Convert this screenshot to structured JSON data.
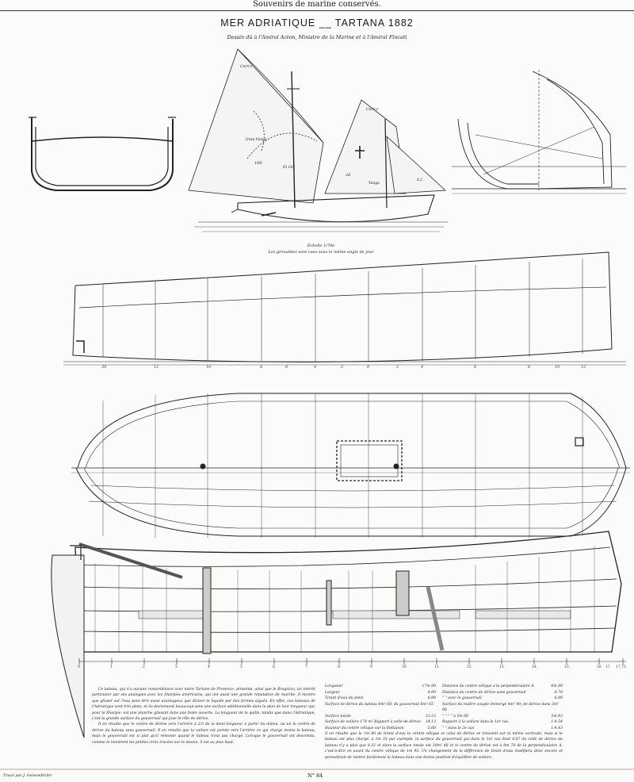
{
  "header": {
    "text": "Souvenirs de marine conservés."
  },
  "plate": {
    "title": "MER ADRIATIQUE __ TARTANA 1882",
    "subtitle": "Dessin dû à l'Amiral Acton, Ministre de la Marine et à l'Amiral Fincati",
    "scale_label": "Échelle 1/70e",
    "scale_note": "Les girouettes sont vues sous le même angle de jour",
    "number": "N° 84",
    "drawn_by": "Tracé par J. Geisendörfer"
  },
  "sail_labels": {
    "main_top": "Corn'e",
    "main_mid": "Gran Vanga",
    "main_area": "108",
    "main_panel": "Di 163",
    "fore_top": "Corn'e",
    "fore_area": "26",
    "fore_mid": "Vanga",
    "fore_corner": "8.2"
  },
  "station_labels": [
    "20",
    "12",
    "10",
    "8",
    "6",
    "4",
    "2",
    "0",
    "2",
    "4",
    "6",
    "8",
    "10",
    "12"
  ],
  "ruler_labels": [
    "0",
    "1",
    "2",
    "3",
    "4",
    "5",
    "6",
    "7",
    "8",
    "9",
    "10",
    "11",
    "12",
    "13",
    "14",
    "15",
    "16",
    "17",
    "17.75"
  ],
  "description": [
    "Ce bateau, qui n'a aucune ressemblance avec notre Tartane de Provence, présente, ainsi que le Bragozzo, un intérêt particulier par ses analogies avec les Sharpies américains, qui ont aussi une grande réputation de marche. Il montre que glisser sur l'eau peut être aussi avantageux que diviser le liquide par des formes aiguës. En effet, ces bateaux de l'Adriatique sont très plats, et ils deviennent beaucoup sans une surface additionnelle dans le plan de leur longueur qui, pour le Sharpie, est une planche glissant dans une fente ouverte. La longueur de la quille, tandis que dans l'Adriatique, c'est la grande surface du gouvernail qui joue le rôle de dérive.",
    "Il en résulte que le centre de dérive vers l'arrière à 2/3 de la demi-longueur à partir du milieu, ou un le centre de dérive du bateau sans gouvernail. Il en résulte que la voilure est portée vers l'arrière ce qui charge moins le bateau, mais le gouvernail est si plat qu'il remonte quand le bateau n'est pas chargé. Lorsque le gouvernail est descendu, comme le montrent les petites croix tracées sur le dessin, il est au plus haut."
  ],
  "dimensions": [
    {
      "label": "Longueur",
      "value": "17m 80",
      "label2": "Distance du centre vélique à la perpendiculaire A",
      "value2": "6m 80"
    },
    {
      "label": "Largeur",
      "value": "4.90",
      "label2": "Distance du centre de dérive sans gouvernail",
      "value2": "8.70"
    },
    {
      "label": "Tirant d'eau du plein",
      "value": "0.80",
      "label2": "\" \" avec le gouvernail",
      "value2": "6.80"
    },
    {
      "label": "Surface de dérive du bateau 6m² 68, du gouvernail 6m² 65",
      "value": "",
      "label2": "Surface du maître couple immergé 4m² 90; de dérive dans 3m² 68",
      "value2": ""
    },
    {
      "label": "Surface totale",
      "value": "13.33",
      "label2": "\" \" \" \" à 5m 60",
      "value2": "5m 83"
    },
    {
      "label": "Surface de voilure 174 m² Rapport à celle de dérive",
      "value": "14.13",
      "label2": "Rapport à la voilure dans le 1er cas",
      "value2": "1:4.54"
    },
    {
      "label": "Hauteur du centre vélique sur la flottaison",
      "value": "5.60",
      "label2": "\" \" dans le 2e cas",
      "value2": "1:4.43"
    }
  ],
  "notes": "Il en résulte que le 1m 80 de tirant d'eau le centre vélique et celui de dérive se trouvent sur la même verticale, mais si le bateau est plus chargé, à 1m 33 par exemple, la surface du gouvernail qui dans le 1er cas était 4.87 de celle de dérive du bateau n'y a plus que 0.32 et alors la surface totale est 18m² 48 et le centre de dérive est à 8m 70 de la perpendiculaire A, c'est-à-dire en avant du centre vélique de 1m 93. Un changement de la différence de tirant d'eau modifiera donc encore et permettrait de mettre facilement le bateau dans une bonne position d'équilibre de voilure."
}
